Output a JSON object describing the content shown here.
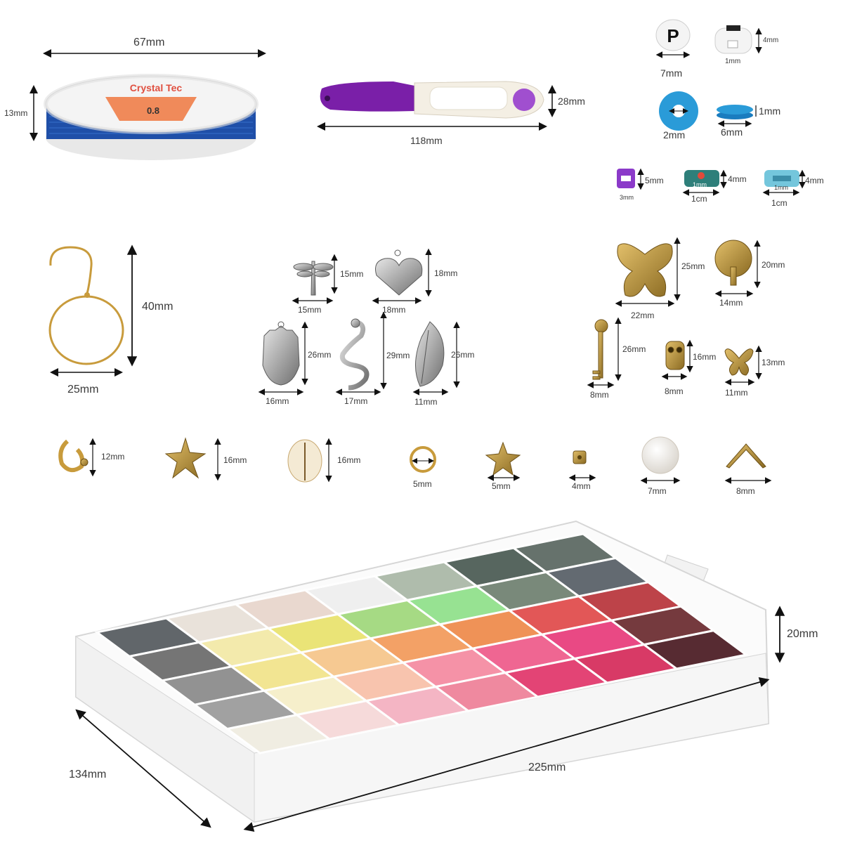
{
  "spool": {
    "brand": "Crystal Tec",
    "size": "0.8",
    "width": "67mm",
    "height": "13mm"
  },
  "scissors": {
    "width": "118mm",
    "height": "28mm"
  },
  "letter_beads": {
    "letter": "P",
    "diameter": "7mm",
    "hole": "1mm",
    "thickness": "4mm"
  },
  "heishi_beads": {
    "hole": "2mm",
    "diameter": "6mm",
    "thickness": "1mm"
  },
  "small_beads": {
    "cube_width": "3mm",
    "cube_height": "5mm",
    "slice1_width": "1cm",
    "slice1_height": "4mm",
    "slice1_mark": "1mm",
    "slice2_width": "1cm",
    "slice2_height": "4mm",
    "slice2_mark": "1mm"
  },
  "earring": {
    "height": "40mm",
    "width": "25mm"
  },
  "silver_charms": {
    "dragonfly_w": "15mm",
    "dragonfly_h": "15mm",
    "heart_w": "18mm",
    "heart_h": "18mm",
    "hamsa_w": "16mm",
    "hamsa_h": "26mm",
    "snake_w": "17mm",
    "snake_h": "29mm",
    "leaf_w": "11mm",
    "leaf_h": "26mm"
  },
  "gold_charms": {
    "butterfly_w": "22mm",
    "butterfly_h": "25mm",
    "tree_w": "14mm",
    "tree_h": "20mm",
    "key_w": "8mm",
    "key_h": "26mm",
    "owl_w": "8mm",
    "owl_h": "16mm",
    "small_butterfly_w": "11mm",
    "small_butterfly_h": "13mm"
  },
  "findings": {
    "clasp": "12mm",
    "starfish": "16mm",
    "shell": "16mm",
    "jump_ring": "5mm",
    "star": "5mm",
    "cube": "4mm",
    "pearl": "7mm",
    "bead_tip": "8mm"
  },
  "box": {
    "height": "20mm",
    "length": "225mm",
    "depth": "134mm"
  },
  "colors": {
    "spool_blue": "#1f4fa8",
    "spool_label": "#f08a5a",
    "scissor_purple": "#7a1fa8",
    "heishi_blue": "#2a9bd8",
    "gold": "#c89b3c",
    "silver": "#9a9a9a"
  }
}
